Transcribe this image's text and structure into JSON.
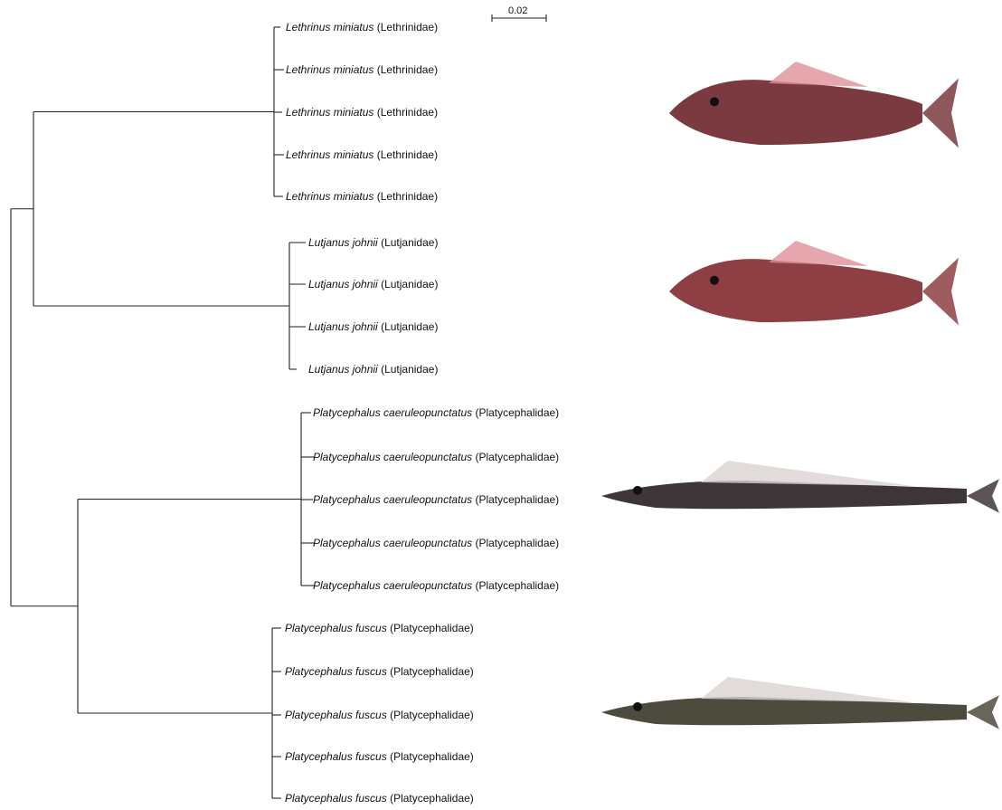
{
  "scale_bar": {
    "label": "0.02",
    "value": 0.02
  },
  "clades": [
    {
      "species": "Lethrinus miniatus",
      "family": "(Lethrinidae)",
      "count": 5,
      "image": "fish-lethrinus-miniatus",
      "color": "#7a3a3f"
    },
    {
      "species": "Lutjanus johnii",
      "family": "(Lutjanidae)",
      "count": 4,
      "image": "fish-lutjanus-johnii",
      "color": "#8d3f43"
    },
    {
      "species": "Platycephalus caeruleopunctatus",
      "family": "(Platycephalidae)",
      "count": 5,
      "image": "fish-platycephalus-caeruleopunctatus",
      "color": "#3e3538"
    },
    {
      "species": "Platycephalus fuscus",
      "family": "(Platycephalidae)",
      "count": 5,
      "image": "fish-platycephalus-fuscus",
      "color": "#4d4a3e"
    }
  ]
}
